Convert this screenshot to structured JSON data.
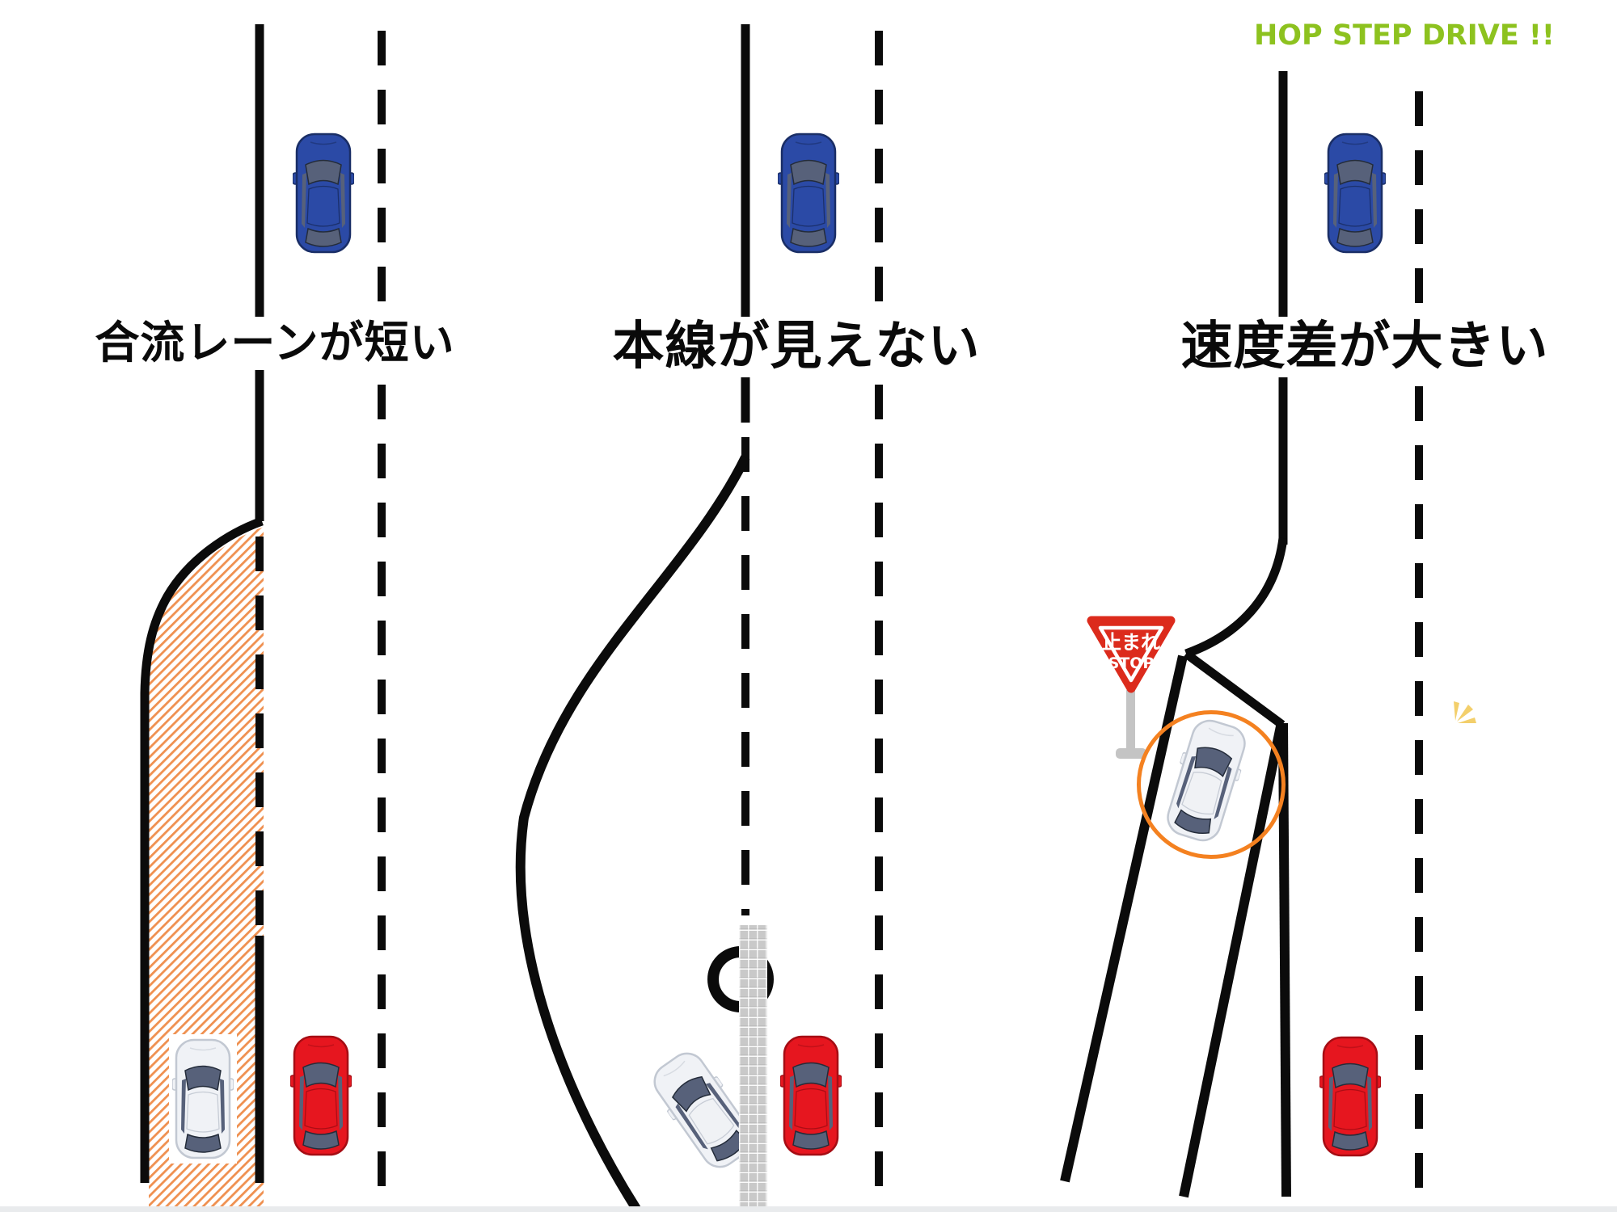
{
  "brand": {
    "label": "HOP STEP DRIVE !!",
    "color": "#8DC21F"
  },
  "panels": [
    {
      "id": "merge-lane-short",
      "title": "合流レーンが短い",
      "road": {
        "type": "straight-highway-with-short-merge-lane",
        "line_color": "#0b0b0b",
        "merge_zone_hatch_color": "#ED7D31",
        "lane_divider_style": "dashed"
      },
      "cars": [
        {
          "name": "blue-car",
          "lane": "main-lane-top",
          "body_color": "#2B4AA6",
          "glass_color": "#57617A",
          "rotation_deg": 0
        },
        {
          "name": "white-car",
          "lane": "merge-lane-hatched",
          "body_color": "#F0F2F6",
          "glass_color": "#57617A",
          "rotation_deg": 0
        },
        {
          "name": "red-car",
          "lane": "main-lane-bottom",
          "body_color": "#E6161F",
          "glass_color": "#57617A",
          "rotation_deg": 0
        }
      ]
    },
    {
      "id": "main-line-not-visible",
      "title": "本線が見えない",
      "road": {
        "type": "curved-ramp-hidden-behind-sound-wall",
        "line_color": "#0b0b0b",
        "wall_color": "#C9C9C9",
        "lane_divider_style": "dashed"
      },
      "cars": [
        {
          "name": "blue-car",
          "lane": "main-lane-top",
          "body_color": "#2B4AA6",
          "glass_color": "#57617A",
          "rotation_deg": 0
        },
        {
          "name": "white-car",
          "lane": "curved-ramp",
          "body_color": "#F0F2F6",
          "glass_color": "#57617A",
          "rotation_deg": -35
        },
        {
          "name": "red-car",
          "lane": "main-lane-bottom",
          "body_color": "#E6161F",
          "glass_color": "#57617A",
          "rotation_deg": 0
        }
      ]
    },
    {
      "id": "speed-difference-large",
      "title": "速度差が大きい",
      "road": {
        "type": "angled-merge-with-stop-sign",
        "line_color": "#0b0b0b",
        "lane_divider_style": "dashed"
      },
      "stop_sign": {
        "line1": "止まれ",
        "line2": "STOP",
        "sign_color": "#DC2B1C",
        "text_color": "#ffffff",
        "post_color": "#C4C4C4"
      },
      "highlight_circle_color": "#F48120",
      "sparkle_color": "#F3CF6B",
      "cars": [
        {
          "name": "blue-car",
          "lane": "main-lane-top",
          "body_color": "#2B4AA6",
          "glass_color": "#57617A",
          "rotation_deg": 0
        },
        {
          "name": "white-car",
          "lane": "merge-ramp-circled",
          "body_color": "#F0F2F6",
          "glass_color": "#57617A",
          "rotation_deg": 17
        },
        {
          "name": "red-car",
          "lane": "main-lane-bottom",
          "body_color": "#E6161F",
          "glass_color": "#57617A",
          "rotation_deg": 0
        }
      ]
    }
  ],
  "footer": {
    "bottom_border_color": "#E9EBED"
  }
}
